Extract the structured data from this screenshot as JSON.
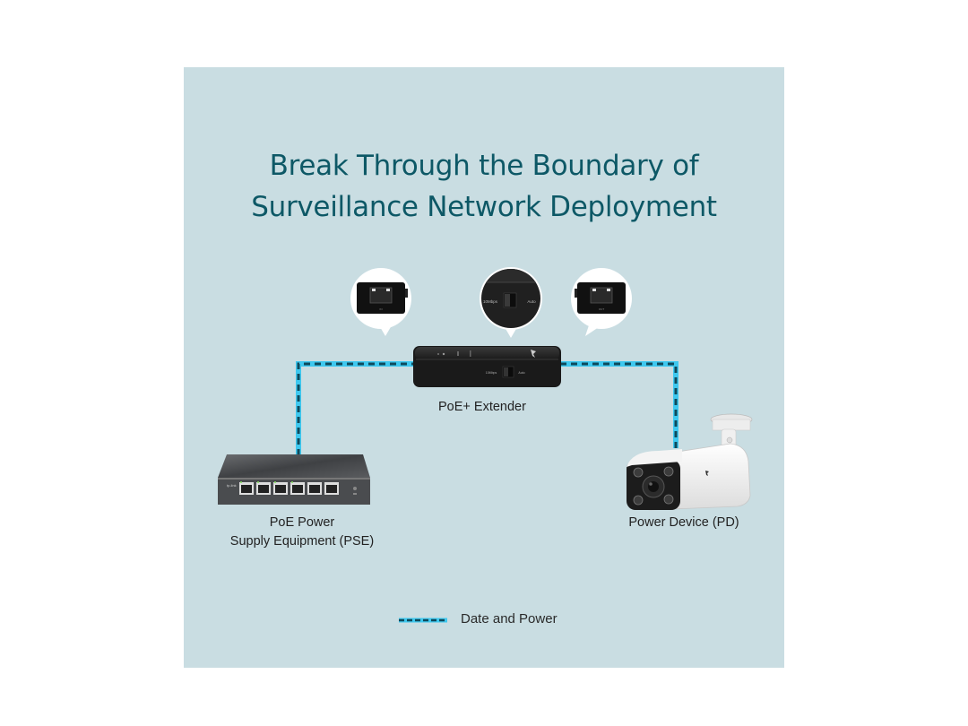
{
  "title": {
    "line1": "Break Through the Boundary of",
    "line2": "Surveillance Network Deployment"
  },
  "devices": {
    "extender": {
      "label": "PoE+ Extender",
      "switch_left": "10Mbps",
      "switch_right": "Auto"
    },
    "pse": {
      "label_line1": "PoE Power",
      "label_line2": "Supply Equipment (PSE)"
    },
    "pd": {
      "label": "Power Device (PD)"
    }
  },
  "callouts": {
    "left_port": "IN",
    "center_switch_left": "10Mbps",
    "center_switch_right": "Auto",
    "right_port": "OUT"
  },
  "legend": {
    "label": "Date and Power",
    "line_style": "dashed"
  },
  "colors": {
    "panel_bg": "#c9dde2",
    "title": "#0d5866",
    "cable_glow": "#3ec8ef",
    "cable_dash": "#0e4a5c"
  }
}
